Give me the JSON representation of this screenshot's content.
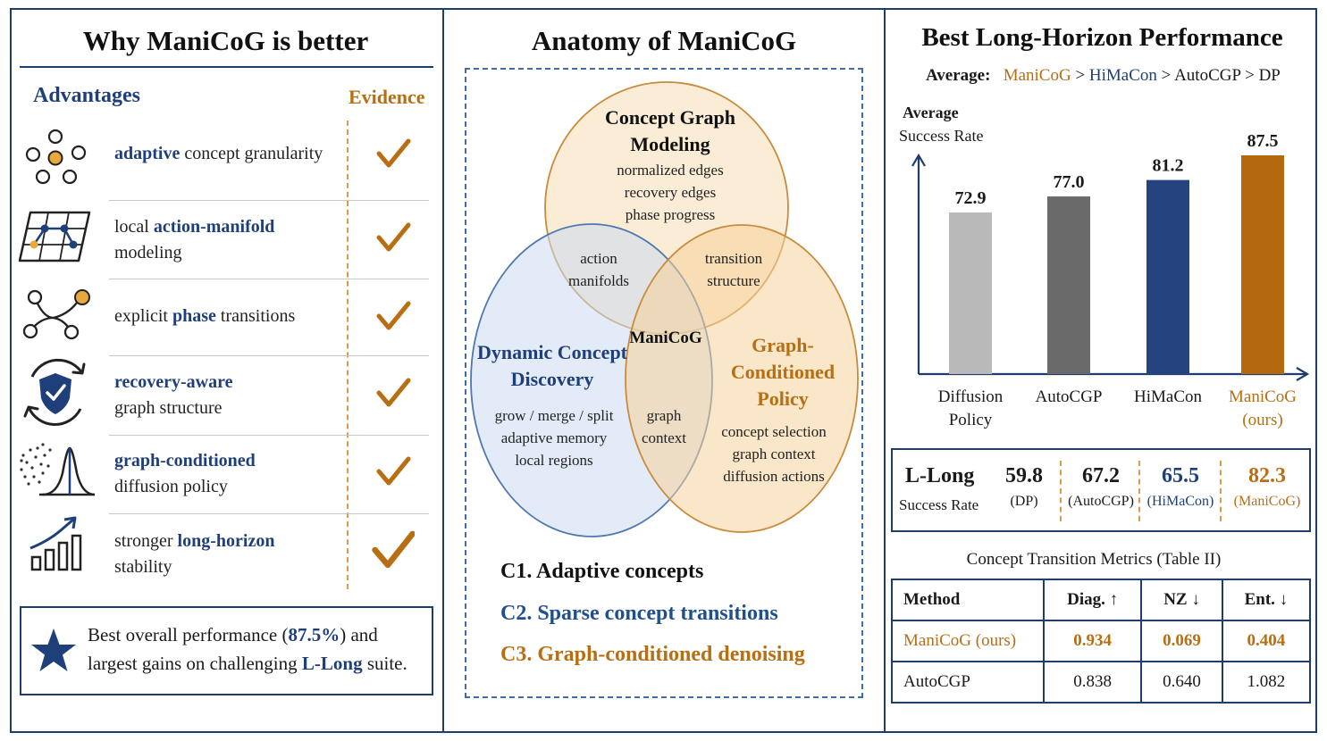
{
  "left": {
    "title": "Why ManiCoG is better",
    "advantages_header": "Advantages",
    "evidence_header": "Evidence",
    "rows": [
      {
        "icon": "concept-nodes-icon",
        "line1_pre": "",
        "line1_hl": "adaptive",
        "line1_post": " concept granularity",
        "line2_pre": "",
        "line2_hl": "",
        "line2_post": ""
      },
      {
        "icon": "grid-manifold-icon",
        "line1_pre": "local ",
        "line1_hl": "action-manifold",
        "line1_post": "",
        "line2_pre": "modeling",
        "line2_hl": "",
        "line2_post": ""
      },
      {
        "icon": "phase-branch-icon",
        "line1_pre": "explicit ",
        "line1_hl": "phase",
        "line1_post": " transitions",
        "line2_pre": "",
        "line2_hl": "",
        "line2_post": ""
      },
      {
        "icon": "shield-recovery-icon",
        "line1_pre": "",
        "line1_hl": "recovery-aware",
        "line1_post": "",
        "line2_pre": "graph structure",
        "line2_hl": "",
        "line2_post": ""
      },
      {
        "icon": "diffusion-bell-icon",
        "line1_pre": "",
        "line1_hl": "graph-conditioned",
        "line1_post": "",
        "line2_pre": "diffusion policy",
        "line2_hl": "",
        "line2_post": ""
      },
      {
        "icon": "growth-bars-icon",
        "line1_pre": "stronger ",
        "line1_hl": "long-horizon",
        "line1_post": "",
        "line2_pre": "stability",
        "line2_hl": "",
        "line2_post": ""
      }
    ],
    "summary": {
      "icon": "star-icon",
      "l1_pre": "Best overall performance (",
      "l1_hl": "87.5%",
      "l1_post": ") and",
      "l2_pre": "largest gains on challenging ",
      "l2_hl": "L-Long",
      "l2_post": " suite."
    }
  },
  "middle": {
    "title": "Anatomy of ManiCoG",
    "top_circle": {
      "title_l1": "Concept Graph",
      "title_l2": "Modeling",
      "items": [
        "normalized edges",
        "recovery edges",
        "phase progress"
      ]
    },
    "left_circle": {
      "title_l1": "Dynamic Concept",
      "title_l2": "Discovery",
      "items": [
        "grow / merge / split",
        "adaptive memory",
        "local regions"
      ]
    },
    "right_circle": {
      "title_l1": "Graph-",
      "title_l2": "Conditioned",
      "title_l3": "Policy",
      "items": [
        "concept selection",
        "graph context",
        "diffusion actions"
      ]
    },
    "overlap_top_left": [
      "action",
      "manifolds"
    ],
    "overlap_top_right": [
      "transition",
      "structure"
    ],
    "overlap_left_right": [
      "graph",
      "context"
    ],
    "center": "ManiCoG",
    "contributions": [
      "C1. Adaptive concepts",
      "C2. Sparse concept transitions",
      "C3. Graph-conditioned denoising"
    ]
  },
  "right": {
    "title": "Best Long-Horizon Performance",
    "ranking_label": "Average:",
    "ranking": [
      {
        "name": "ManiCoG",
        "color": "#b86e12"
      },
      {
        "name": "HiMaCon",
        "color": "#1f3f7a"
      },
      {
        "name": "AutoCGP",
        "color": "#1a1a1a"
      },
      {
        "name": "DP",
        "color": "#1a1a1a"
      }
    ],
    "ranking_sep": ">",
    "l_long": {
      "label": "L-Long",
      "sublabel": "Success Rate",
      "values": [
        {
          "value": "59.8",
          "name": "(DP)",
          "color": "#1a1a1a"
        },
        {
          "value": "67.2",
          "name": "(AutoCGP)",
          "color": "#1a1a1a"
        },
        {
          "value": "65.5",
          "name": "(HiMaCon)",
          "color": "#1f3f7a"
        },
        {
          "value": "82.3",
          "name": "(ManiCoG)",
          "color": "#b86e12"
        }
      ]
    },
    "table": {
      "caption": "Concept Transition Metrics (Table II)",
      "headers": [
        "Method",
        "Diag. ↑",
        "NZ ↓",
        "Ent. ↓"
      ],
      "rows": [
        {
          "cells": [
            "ManiCoG (ours)",
            "0.934",
            "0.069",
            "0.404"
          ],
          "highlight": true
        },
        {
          "cells": [
            "AutoCGP",
            "0.838",
            "0.640",
            "1.082"
          ],
          "highlight": false
        }
      ]
    }
  },
  "chart_data": {
    "type": "bar",
    "ylabel_l1": "Average",
    "ylabel_l2": "Success Rate",
    "ylim": [
      0,
      100
    ],
    "categories": [
      {
        "l1": "Diffusion",
        "l2": "Policy"
      },
      {
        "l1": "AutoCGP",
        "l2": ""
      },
      {
        "l1": "HiMaCon",
        "l2": ""
      },
      {
        "l1": "ManiCoG",
        "l2": "(ours)"
      }
    ],
    "values": [
      72.9,
      77.0,
      81.2,
      87.5
    ],
    "value_labels": [
      "72.9",
      "77.0",
      "81.2",
      "87.5"
    ],
    "colors": [
      "#b9b9b9",
      "#6a6a6a",
      "#25447f",
      "#b5690f"
    ],
    "label_colors": [
      "#1a1a1a",
      "#1a1a1a",
      "#1a1a1a",
      "#b86e12"
    ]
  }
}
